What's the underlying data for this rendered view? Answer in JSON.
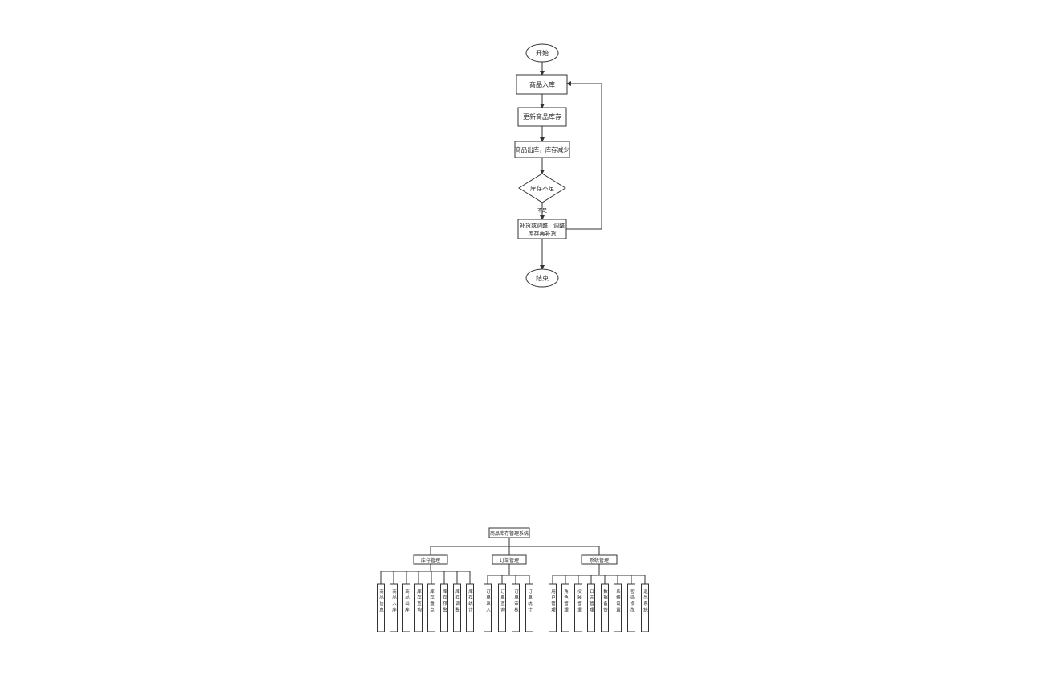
{
  "flowchart": {
    "start": "开始",
    "step1": "商品入库",
    "step2": "更新商品库存",
    "step3": "商品出库，库存减少",
    "decision": "库存不足",
    "branch_label": "不足",
    "step4_line1": "补货或调整，调整",
    "step4_line2": "库存再补货",
    "end": "结束"
  },
  "tree": {
    "root": "商品库存管理系统",
    "groups": [
      {
        "label": "库存管理",
        "items": [
          "商品信息",
          "商品入库",
          "商品出库",
          "库存查询",
          "库存盘点",
          "库存预警",
          "库存调整",
          "库存统计"
        ]
      },
      {
        "label": "订单管理",
        "items": [
          "订单录入",
          "订单查询",
          "订单审核",
          "订单统计"
        ]
      },
      {
        "label": "系统管理",
        "items": [
          "用户管理",
          "角色管理",
          "权限管理",
          "日志管理",
          "数据备份",
          "系统设置",
          "密码修改",
          "退出系统"
        ]
      }
    ]
  }
}
